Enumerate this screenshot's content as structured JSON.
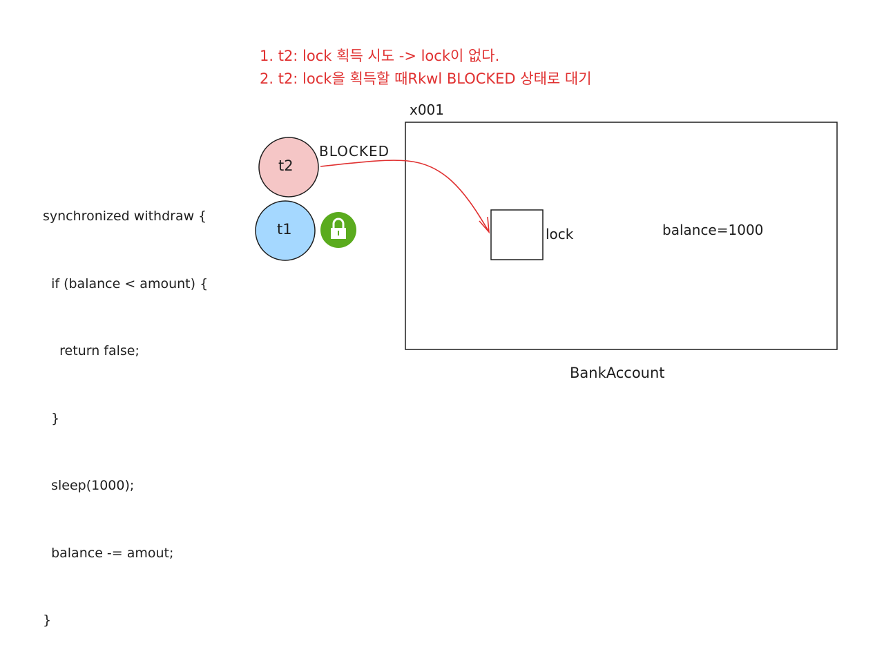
{
  "notes": [
    "1. t2: lock 획득 시도 -> lock이 없다.",
    "2. t2: lock을 획득할 때Rkwl BLOCKED 상태로 대기"
  ],
  "code": [
    "synchronized withdraw {",
    "  if (balance < amount) {",
    "    return false;",
    "  }",
    "  sleep(1000);",
    "  balance -= amout;",
    "}"
  ],
  "threads": [
    {
      "label": "t2",
      "color": "#f5c6c6"
    },
    {
      "label": "t1",
      "color": "#a5d8ff"
    }
  ],
  "blocked_label": "BLOCKED",
  "instance": {
    "address": "x001",
    "lock_label": "lock",
    "field": "balance=1000",
    "class_name": "BankAccount"
  },
  "icons": {
    "lock": "lock-icon",
    "lock_color": "#5aab1e"
  },
  "arrow_color": "#e03131"
}
